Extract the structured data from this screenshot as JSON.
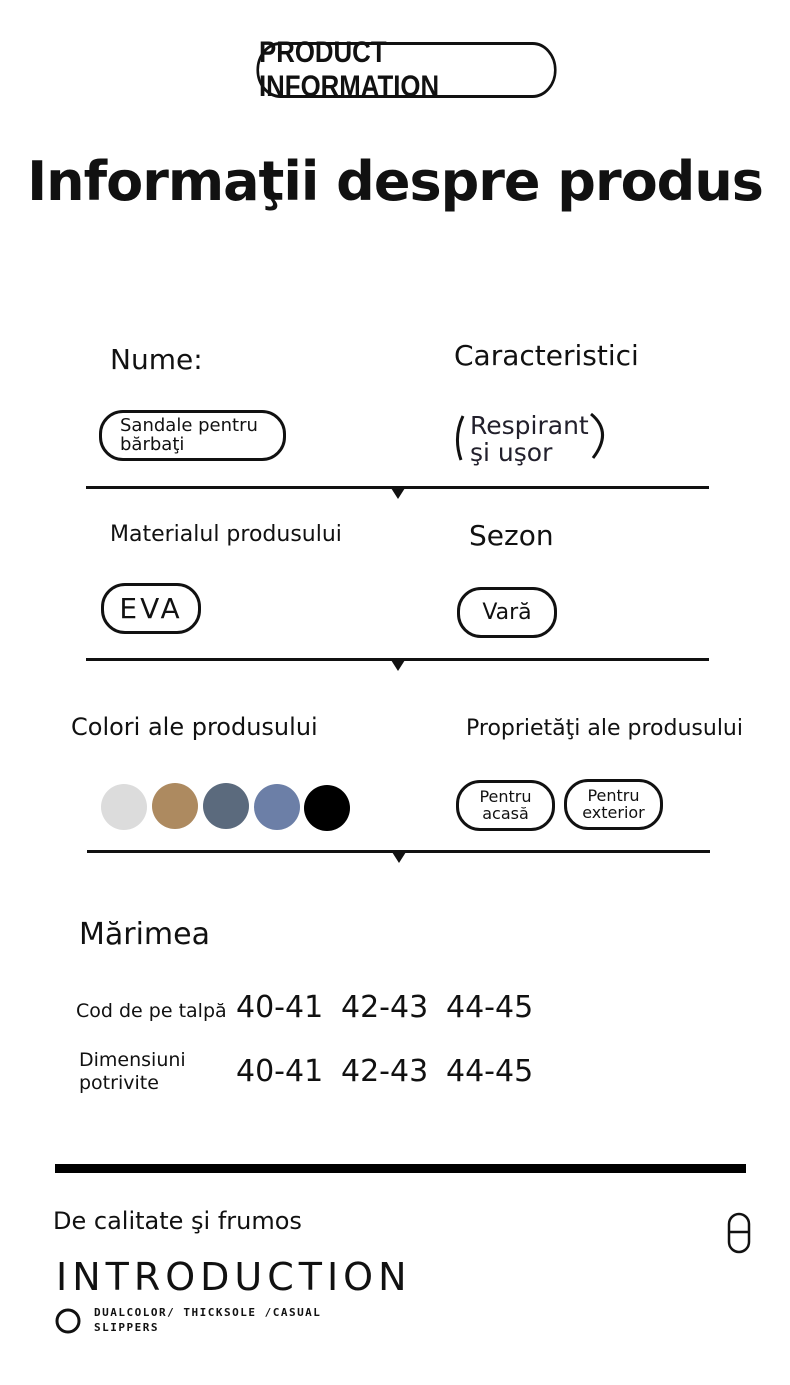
{
  "header": {
    "badge": "PRODUCT INFORMATION",
    "title": "Informaţii despre produs"
  },
  "specs": {
    "name": {
      "label": "Nume:",
      "value": "Sandale pentru bărbaţi"
    },
    "features": {
      "label": "Caracteristici",
      "value_line1": "Respirant",
      "value_line2": "şi uşor"
    },
    "material": {
      "label": "Materialul produsului",
      "value": "EVA"
    },
    "season": {
      "label": "Sezon",
      "value": "Vară"
    },
    "colors": {
      "label": "Colori ale produsului",
      "swatches": [
        "#dcdcdc",
        "#ad8a60",
        "#5b6a7d",
        "#6c7fa7",
        "#000000"
      ]
    },
    "properties": {
      "label": "Proprietăţi ale produsului",
      "items": [
        {
          "line1": "Pentru",
          "line2": "acasă"
        },
        {
          "line1": "Pentru",
          "line2": "exterior"
        }
      ]
    }
  },
  "sizes": {
    "title": "Mărimea",
    "rows": [
      {
        "label_line1": "Cod de pe talpă",
        "label_line2": "",
        "values": [
          "40-41",
          "42-43",
          "44-45"
        ]
      },
      {
        "label_line1": "Dimensiuni",
        "label_line2": "potrivite",
        "values": [
          "40-41",
          "42-43",
          "44-45"
        ]
      }
    ]
  },
  "footer": {
    "subtitle": "De calitate şi frumos",
    "heading": "INTRODUCTION",
    "tagline": "DUALCOLOR/ THICKSOLE /CASUAL SLIPPERS",
    "icon": "slipper-icon",
    "bullet_icon": "circle-bullet-icon"
  }
}
